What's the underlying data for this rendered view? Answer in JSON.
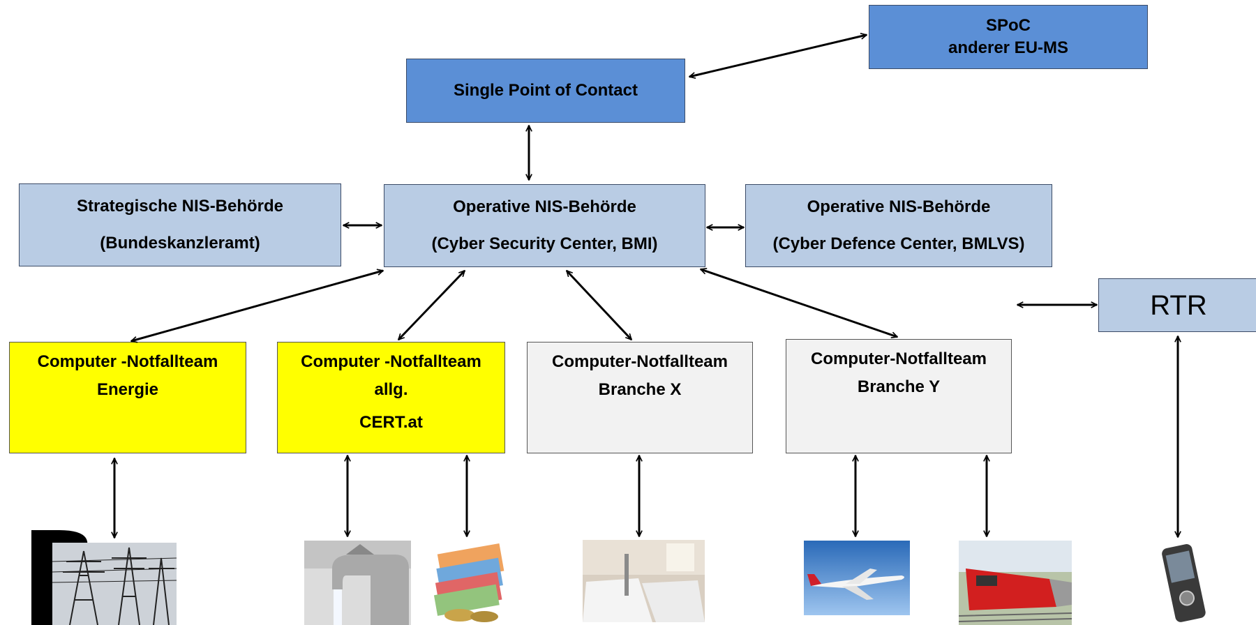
{
  "nodes": {
    "spoc": "Single Point of Contact",
    "spoc_eu_line1": "SPoC",
    "spoc_eu_line2": "anderer EU-MS",
    "strategic_line1": "Strategische NIS-Behörde",
    "strategic_line2": "(Bundeskanzleramt)",
    "operative_bmi_line1": "Operative NIS-Behörde",
    "operative_bmi_line2": "(Cyber Security Center,   BMI)",
    "operative_bmlvs_line1": "Operative NIS-Behörde",
    "operative_bmlvs_line2": "(Cyber Defence Center,   BMLVS)",
    "rtr": "RTR",
    "cert_energy_line1": "Computer -Notfallteam",
    "cert_energy_line2": "Energie",
    "cert_general_line1": "Computer -Notfallteam",
    "cert_general_line2": "allg.",
    "cert_general_line3": "CERT.at",
    "cert_x_line1": "Computer-Notfallteam",
    "cert_x_line2": "Branche X",
    "cert_y_line1": "Computer-Notfallteam",
    "cert_y_line2": "Branche Y"
  },
  "colors": {
    "dark_blue": "#5b8fd6",
    "light_blue": "#b9cce4",
    "yellow": "#ffff00",
    "gray": "#f2f2f2"
  },
  "images": [
    "power-pylons",
    "water-tap",
    "euro-money",
    "hospital-beds",
    "airplane",
    "train",
    "mobile-phone"
  ]
}
